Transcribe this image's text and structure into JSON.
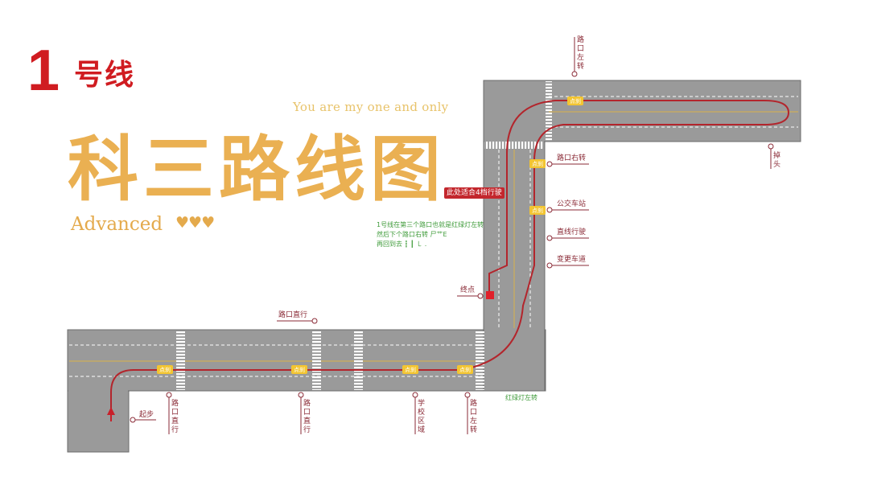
{
  "header": {
    "line_number": "1",
    "line_label": "号线",
    "tagline": "You are my one and only",
    "title": "科三路线图",
    "subtitle": "Advanced",
    "hearts": "♥♥♥"
  },
  "annotations": {
    "gear_tip": "此处适合4档行驶",
    "note_line1": "1号线在第三个路口也就是红绿灯左转",
    "note_line2": "然后下个路口右转  尸艹E",
    "note_line3": "再回到去 ┇ ┃ ㇄ .",
    "traffic_light_left": "红绿灯左转"
  },
  "badges": {
    "brake": "点刹"
  },
  "labels": {
    "start": "起步",
    "straight_1": "路口直行",
    "straight_2": "路口直行",
    "straight_top": "路口直行",
    "school_zone": "学校区域",
    "left_turn_bottom": "路口左转",
    "left_turn_top": "路口左转",
    "right_turn": "路口右转",
    "bus_stop": "公交车站",
    "straight_drive": "直线行驶",
    "lane_change": "变更车道",
    "u_turn": "掉头",
    "end": "终点"
  },
  "colors": {
    "road": "#9a9a9a",
    "route": "#b3252c",
    "title": "#eab052",
    "accent_red": "#d01c21",
    "badge": "#f3c531",
    "note_green": "#3f9b3a"
  }
}
